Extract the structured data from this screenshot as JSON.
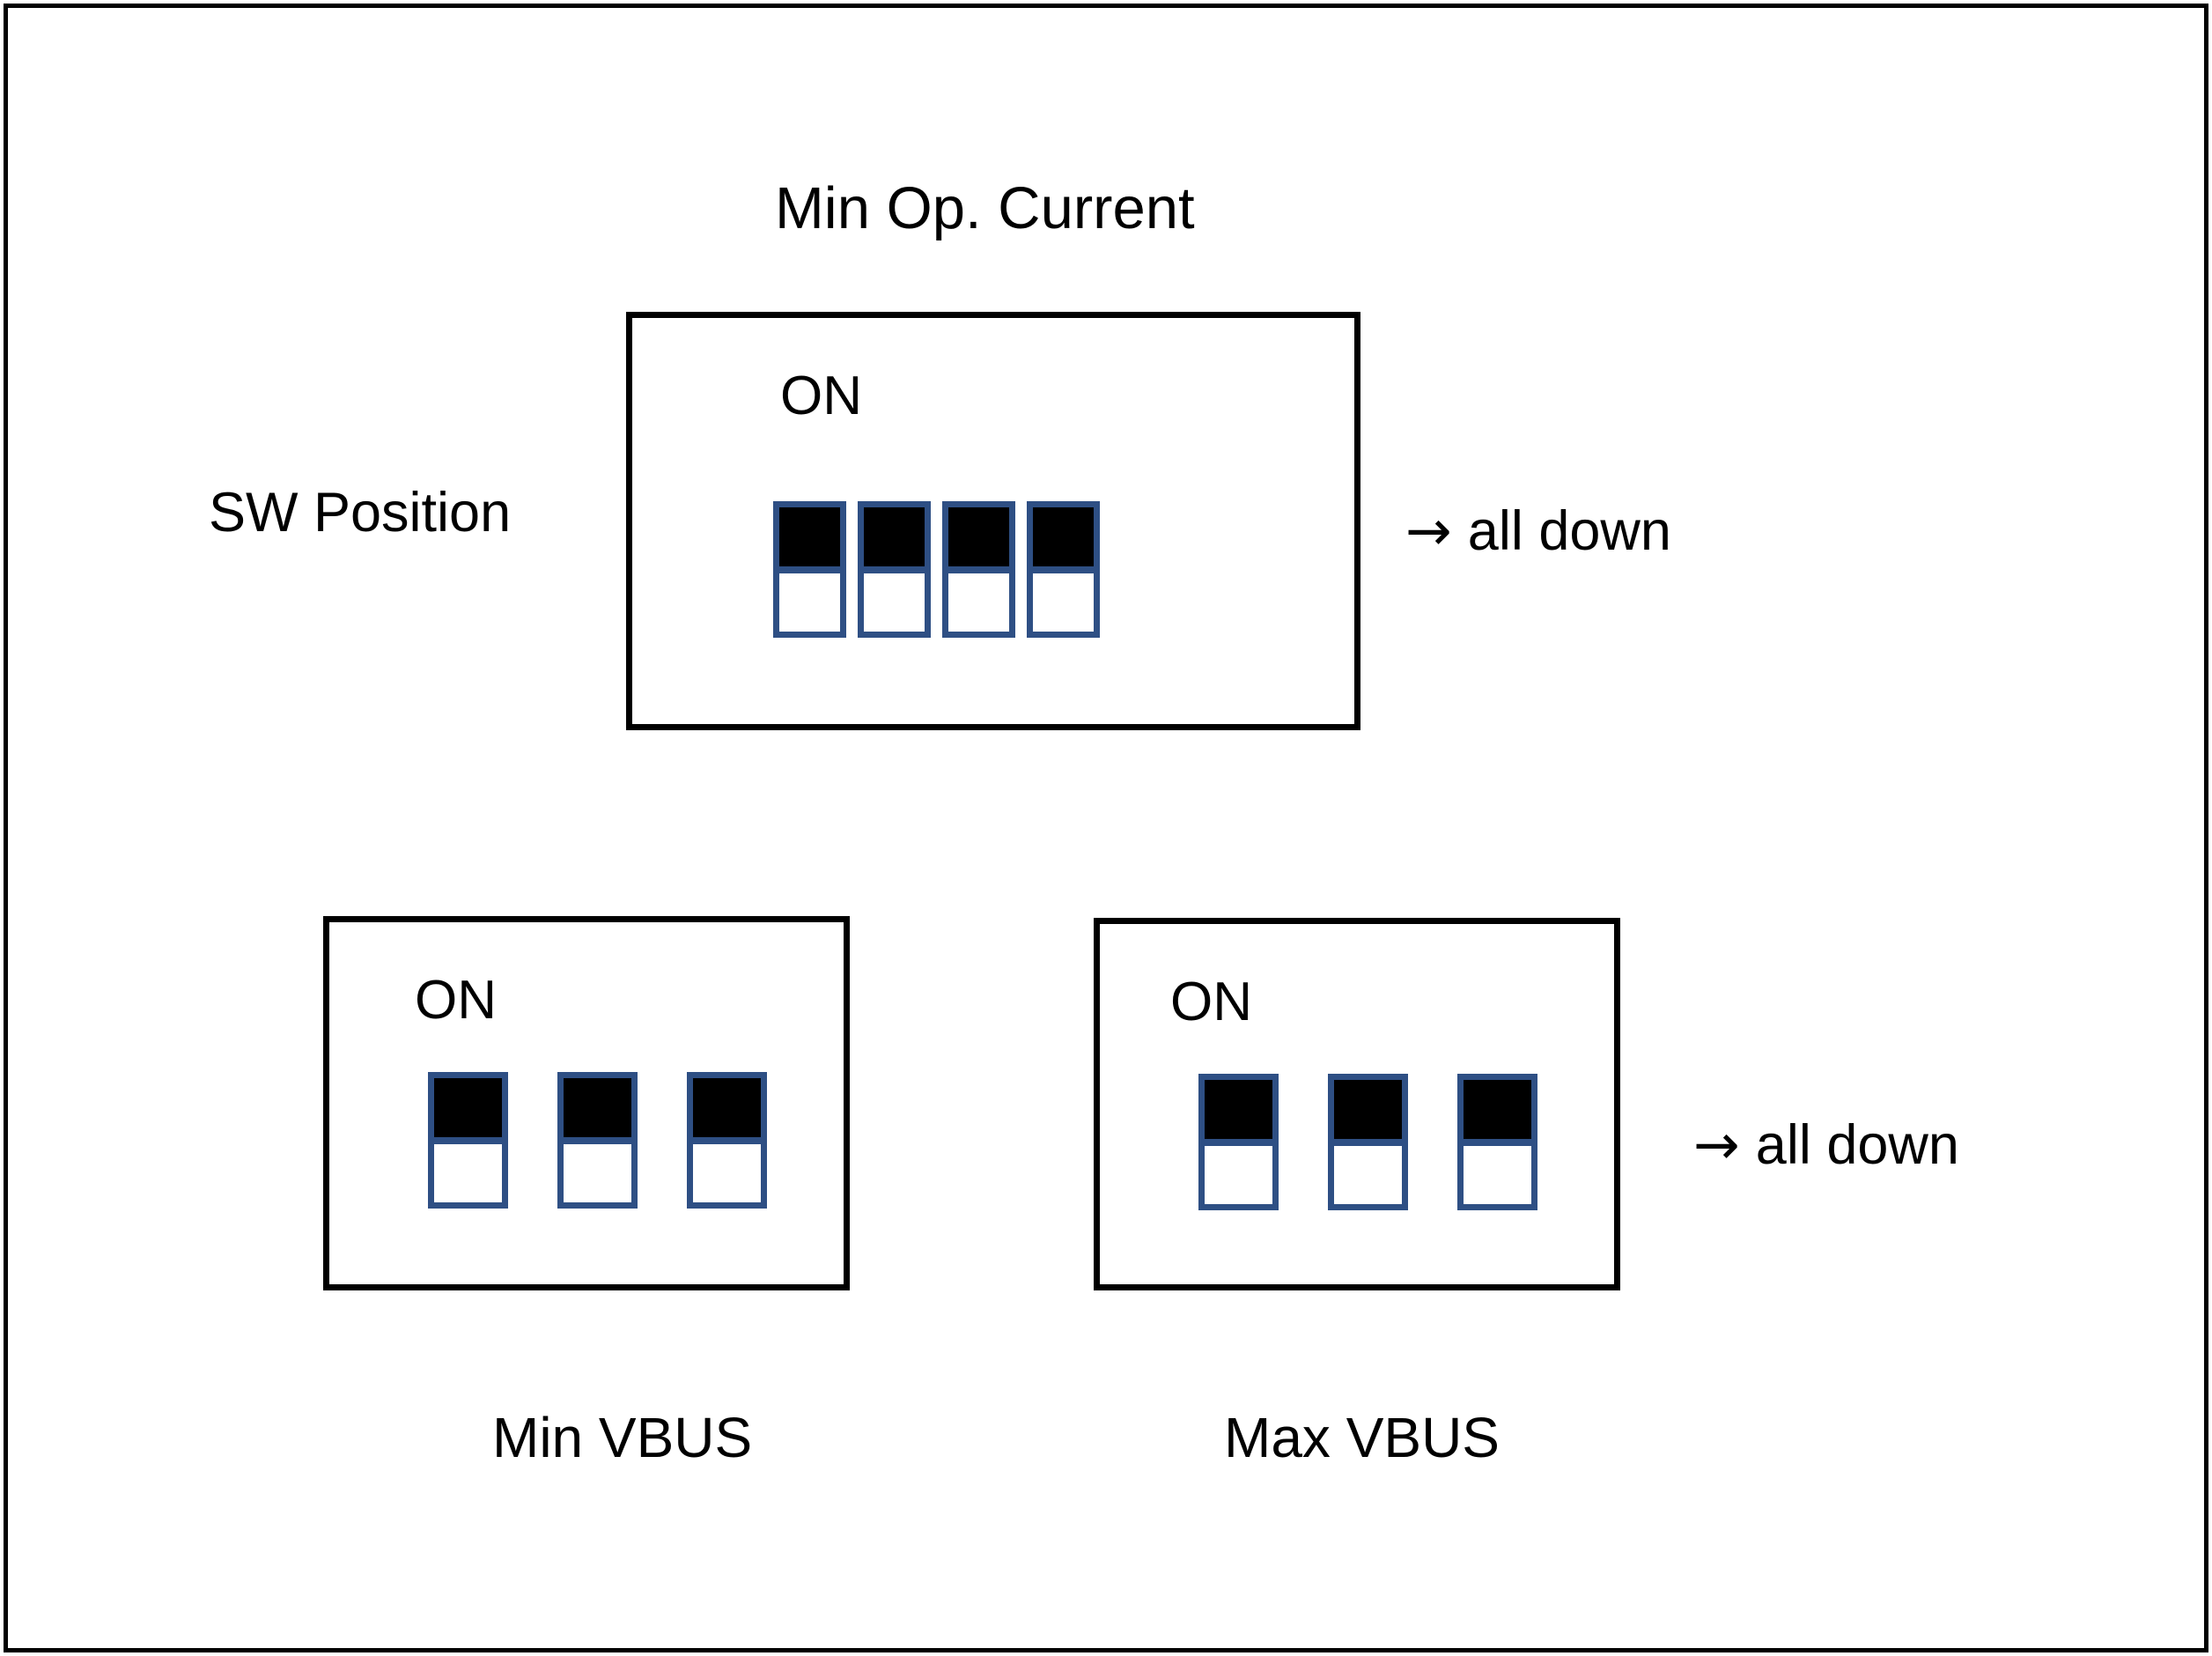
{
  "figure": {
    "title": "Min Op. Current",
    "outer_frame_color": "#000000",
    "background_color": "#ffffff"
  },
  "colors": {
    "switch_border": "#2E4F84",
    "switch_on_fill": "#000000",
    "switch_off_fill": "#ffffff",
    "box_border": "#000000",
    "text": "#000000"
  },
  "labels": {
    "sw_position": "SW Position",
    "min_vbus": "Min VBUS",
    "max_vbus": "Max VBUS"
  },
  "annotations": {
    "arrow_glyph": "→",
    "top_note": "all down",
    "bottom_note": "all down"
  },
  "switch_banks": [
    {
      "id": "min-op-current",
      "on_label": "ON",
      "switch_count": 4,
      "switches": [
        {
          "index": 1,
          "top_segment": "filled",
          "bottom_segment": "empty",
          "state": "down"
        },
        {
          "index": 2,
          "top_segment": "filled",
          "bottom_segment": "empty",
          "state": "down"
        },
        {
          "index": 3,
          "top_segment": "filled",
          "bottom_segment": "empty",
          "state": "down"
        },
        {
          "index": 4,
          "top_segment": "filled",
          "bottom_segment": "empty",
          "state": "down"
        }
      ]
    },
    {
      "id": "min-vbus",
      "on_label": "ON",
      "switch_count": 3,
      "switches": [
        {
          "index": 1,
          "top_segment": "filled",
          "bottom_segment": "empty",
          "state": "down"
        },
        {
          "index": 2,
          "top_segment": "filled",
          "bottom_segment": "empty",
          "state": "down"
        },
        {
          "index": 3,
          "top_segment": "filled",
          "bottom_segment": "empty",
          "state": "down"
        }
      ]
    },
    {
      "id": "max-vbus",
      "on_label": "ON",
      "switch_count": 3,
      "switches": [
        {
          "index": 1,
          "top_segment": "filled",
          "bottom_segment": "empty",
          "state": "down"
        },
        {
          "index": 2,
          "top_segment": "filled",
          "bottom_segment": "empty",
          "state": "down"
        },
        {
          "index": 3,
          "top_segment": "filled",
          "bottom_segment": "empty",
          "state": "down"
        }
      ]
    }
  ]
}
